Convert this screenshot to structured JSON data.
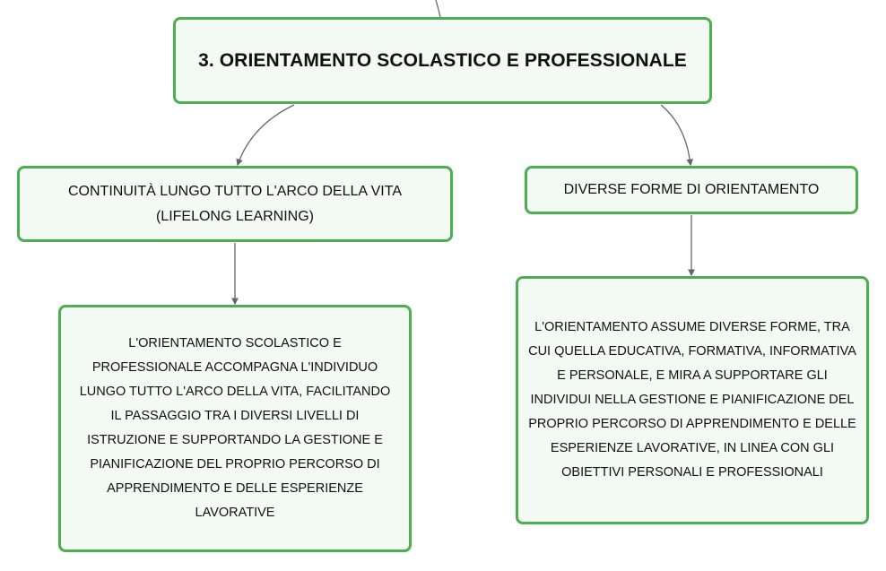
{
  "diagram": {
    "root": {
      "label": "3. ORIENTAMENTO SCOLASTICO E PROFESSIONALE"
    },
    "branches": [
      {
        "label_line1": "CONTINUITÀ LUNGO TUTTO L'ARCO DELLA VITA",
        "label_line2": "(LIFELONG LEARNING)",
        "child": "L'ORIENTAMENTO SCOLASTICO E PROFESSIONALE ACCOMPAGNA L'INDIVIDUO LUNGO TUTTO L'ARCO DELLA VITA, FACILITANDO IL PASSAGGIO TRA I DIVERSI LIVELLI DI ISTRUZIONE E SUPPORTANDO LA GESTIONE E PIANIFICAZIONE DEL PROPRIO PERCORSO DI APPRENDIMENTO E DELLE ESPERIENZE LAVORATIVE"
      },
      {
        "label": "DIVERSE FORME DI ORIENTAMENTO",
        "child": "L'ORIENTAMENTO ASSUME DIVERSE FORME, TRA CUI QUELLA EDUCATIVA, FORMATIVA, INFORMATIVA E PERSONALE, E MIRA A SUPPORTARE GLI INDIVIDUI NELLA GESTIONE E PIANIFICAZIONE DEL PROPRIO PERCORSO DI APPRENDIMENTO E DELLE ESPERIENZE LAVORATIVE, IN LINEA CON GLI OBIETTIVI PERSONALI E PROFESSIONALI"
      }
    ],
    "colors": {
      "node_border": "#4caf50",
      "node_fill": "#f3f9f3",
      "connector": "#666666"
    }
  }
}
